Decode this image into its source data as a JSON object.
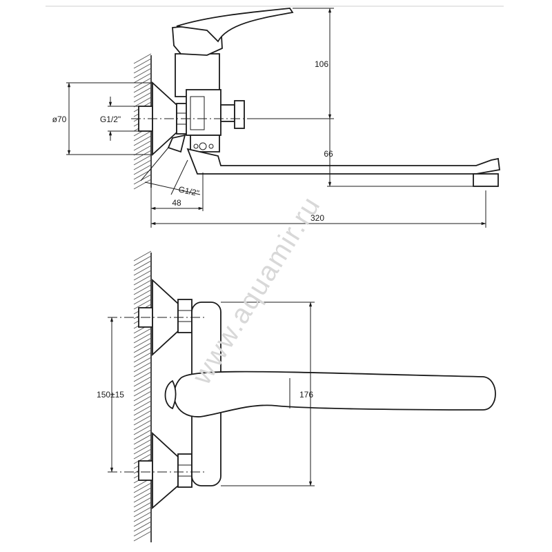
{
  "watermark": "www.aquamir.ru",
  "side_view": {
    "dim_diameter": "ø70",
    "dim_thread_inlet": "G1/2\"",
    "dim_thread_shower": "G1/2\"",
    "dim_height_top": "106",
    "dim_spout_height": "66",
    "dim_wall_offset": "48",
    "dim_total_length": "320"
  },
  "front_view": {
    "dim_center_distance": "150±15",
    "dim_handle_length": "176"
  }
}
